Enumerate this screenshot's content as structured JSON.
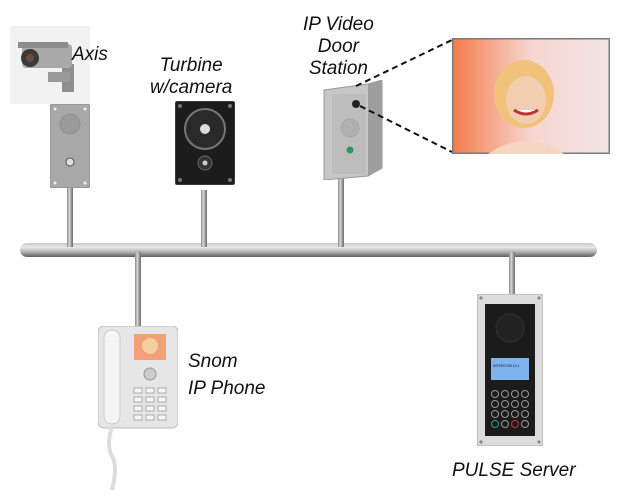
{
  "devices": {
    "axis": {
      "label": "Axis"
    },
    "turbine": {
      "label_line1": "Turbine",
      "label_line2": "w/camera"
    },
    "door_station": {
      "label_line1": "IP Video",
      "label_line2": "Door",
      "label_line3": "Station"
    },
    "snom": {
      "label_line1": "Snom",
      "label_line2": "IP Phone"
    },
    "pulse": {
      "label": "PULSE Server",
      "display_text": "INTERCOM 10.1"
    }
  },
  "colors": {
    "bus": "#b0b0b0",
    "frame": "#7a7a7a",
    "panel_dark": "#1a1a1a",
    "steel": "#b8b8b8"
  }
}
